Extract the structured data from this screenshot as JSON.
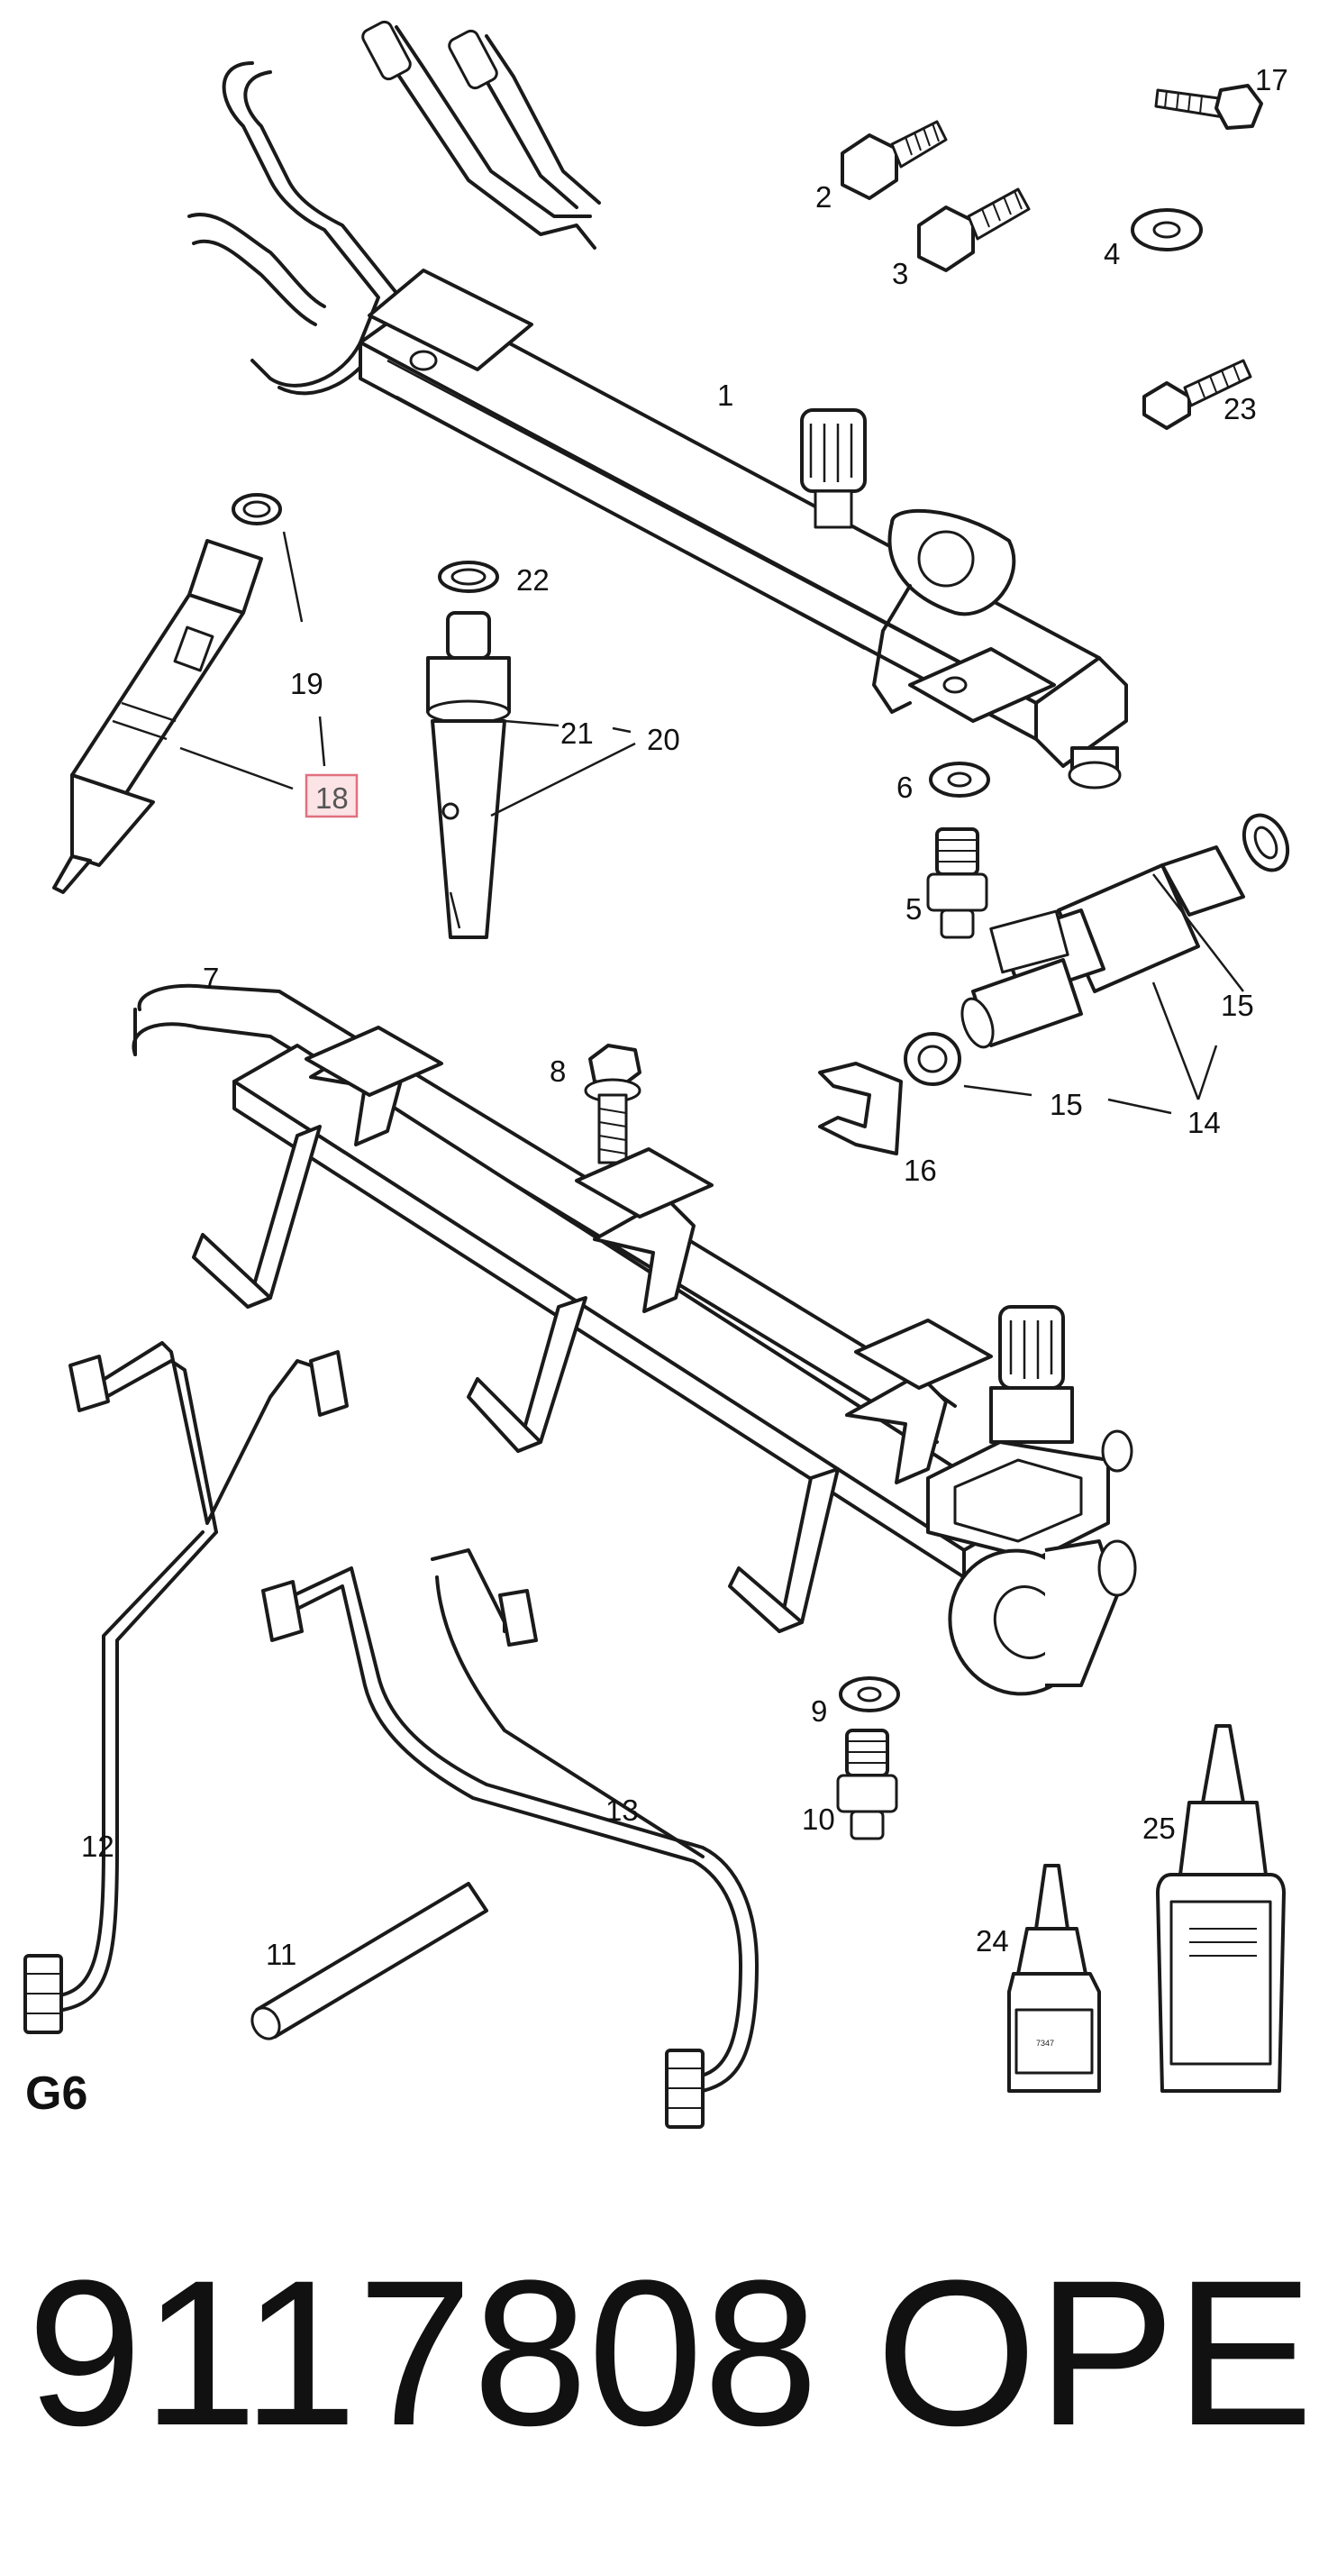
{
  "group_code": "G6",
  "part_number": "9117808",
  "brand": "OPEL",
  "highlighted_callout": "18",
  "callouts": [
    {
      "id": "c1",
      "text": "1"
    },
    {
      "id": "c2",
      "text": "2"
    },
    {
      "id": "c3",
      "text": "3"
    },
    {
      "id": "c4",
      "text": "4"
    },
    {
      "id": "c5",
      "text": "5"
    },
    {
      "id": "c6",
      "text": "6"
    },
    {
      "id": "c7",
      "text": "7"
    },
    {
      "id": "c8",
      "text": "8"
    },
    {
      "id": "c9",
      "text": "9"
    },
    {
      "id": "c10",
      "text": "10"
    },
    {
      "id": "c11",
      "text": "11"
    },
    {
      "id": "c12",
      "text": "12"
    },
    {
      "id": "c13",
      "text": "13"
    },
    {
      "id": "c14",
      "text": "14"
    },
    {
      "id": "c15a",
      "text": "15"
    },
    {
      "id": "c15b",
      "text": "15"
    },
    {
      "id": "c16",
      "text": "16"
    },
    {
      "id": "c17",
      "text": "17"
    },
    {
      "id": "c18",
      "text": "18"
    },
    {
      "id": "c19",
      "text": "19"
    },
    {
      "id": "c20",
      "text": "20"
    },
    {
      "id": "c21",
      "text": "21"
    },
    {
      "id": "c22",
      "text": "22"
    },
    {
      "id": "c23",
      "text": "23"
    },
    {
      "id": "c24",
      "text": "24"
    },
    {
      "id": "c25",
      "text": "25"
    }
  ],
  "colors": {
    "line": "#1a1a1a",
    "highlight_fill": "#fbe3e6",
    "highlight_stroke": "#e0707e",
    "background": "#ffffff"
  }
}
